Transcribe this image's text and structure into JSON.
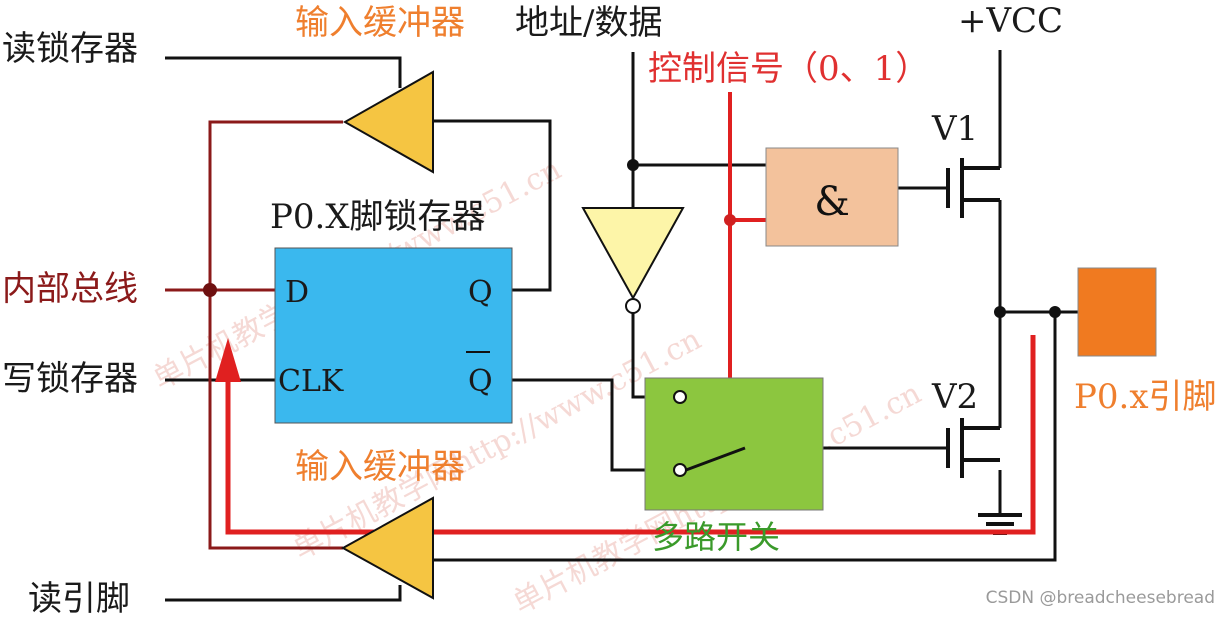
{
  "labels": {
    "read_latch": "读锁存器",
    "input_buffer_top": "输入缓冲器",
    "addr_data": "地址/数据",
    "vcc": "+VCC",
    "control_signal": "控制信号（0、1）",
    "v1": "V1",
    "and_symbol": "&",
    "latch_title": "P0.X脚锁存器",
    "latch_d": "D",
    "latch_q": "Q",
    "latch_qbar": "Q",
    "latch_clk": "CLK",
    "internal_bus": "内部总线",
    "write_latch": "写锁存器",
    "v2": "V2",
    "pin_label": "P0.x引脚",
    "input_buffer_bottom": "输入缓冲器",
    "mux": "多路开关",
    "read_pin": "读引脚"
  },
  "watermarks": [
    "单片机教学网http://www.c51.cn",
    "单片机教学网http://www.c51.cn",
    "单片机教学网http://www.c51.cn"
  ],
  "credit": "CSDN @breadcheesebread",
  "colors": {
    "wire": "#111111",
    "maroon_wire": "#8b1a1a",
    "red_path": "#e02020",
    "buffer_fill": "#f5c542",
    "latch_fill": "#3ab8ee",
    "and_fill": "#f3c29c",
    "mux_fill": "#8cc63f",
    "pin_fill": "#f07a20",
    "inverter_fill": "#fdf5a8"
  }
}
